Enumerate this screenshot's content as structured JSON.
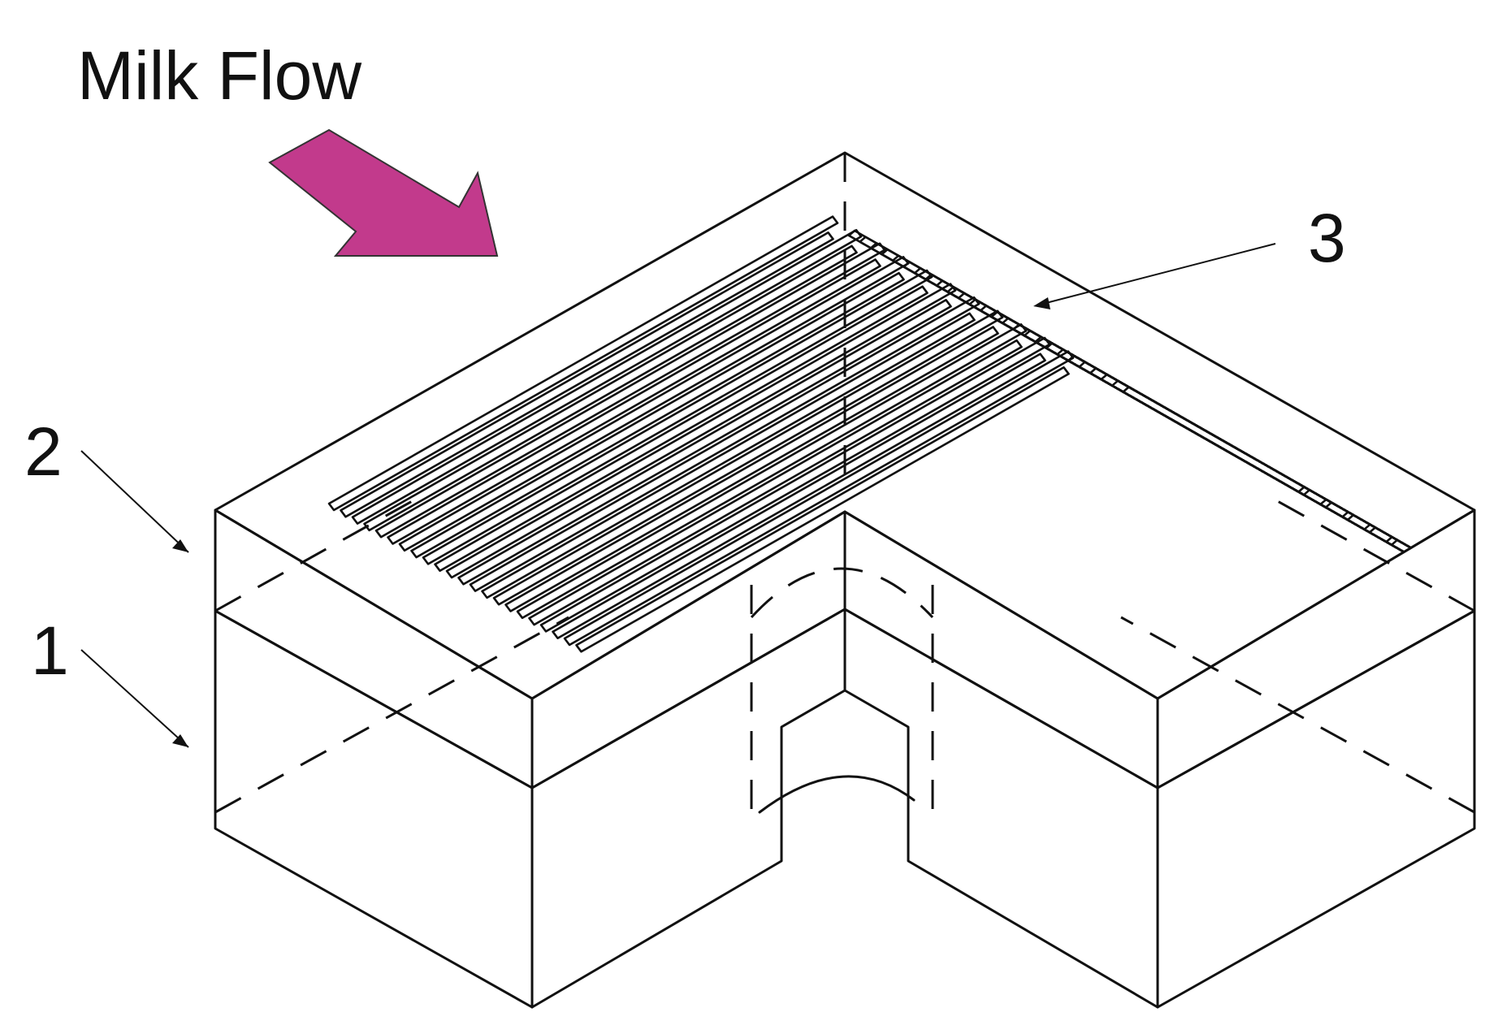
{
  "title": "Milk Flow",
  "labels": [
    {
      "key": "1",
      "text": "1"
    },
    {
      "key": "2",
      "text": "2"
    },
    {
      "key": "3",
      "text": "3"
    }
  ],
  "colors": {
    "arrow": "#c23a8c",
    "line": "#111111",
    "fill_top": "#ffffff",
    "layer_pattern": "#9a9a9a",
    "grid_pattern": "#6f6f6f"
  },
  "icons": {
    "flow_arrow": "flow-direction-arrow-icon"
  }
}
